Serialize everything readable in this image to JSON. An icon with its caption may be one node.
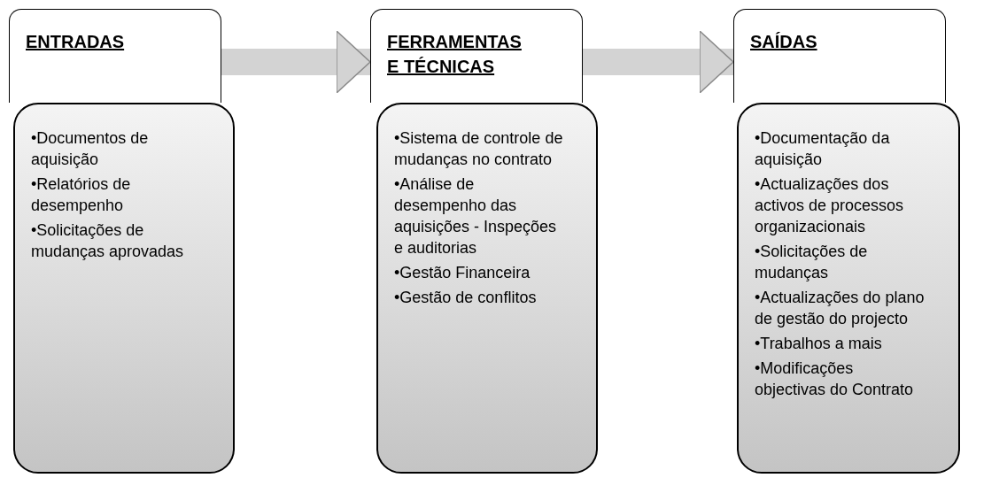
{
  "diagram": {
    "nodes": [
      {
        "text": [
          "ENTRADAS"
        ]
      },
      {
        "text": [
          "•Documentos de aquisição",
          "•Relatórios de desempenho",
          "•Solicitações de mudanças aprovadas"
        ]
      },
      {
        "text": [
          "FERRAMENTAS E TÉCNICAS"
        ]
      },
      {
        "text": [
          "•Sistema de controle de mudanças no contrato",
          "•Análise de desempenho das aquisições - Inspeções e auditorias",
          "•Gestão Financeira",
          "•Gestão de conflitos"
        ]
      },
      {
        "text": [
          "SAÍDAS"
        ]
      },
      {
        "text": [
          "•Documentação da aquisição",
          "•Actualizações dos activos de processos organizacionais",
          "•Solicitações de mudanças",
          "•Actualizações do plano de gestão do projecto",
          "•Trabalhos a mais",
          "•Modificações objectivas do Contrato"
        ]
      }
    ],
    "edges": [
      {
        "from": 0,
        "to": 2,
        "arrow": "to"
      },
      {
        "from": 2,
        "to": 4,
        "arrow": "to"
      }
    ]
  }
}
